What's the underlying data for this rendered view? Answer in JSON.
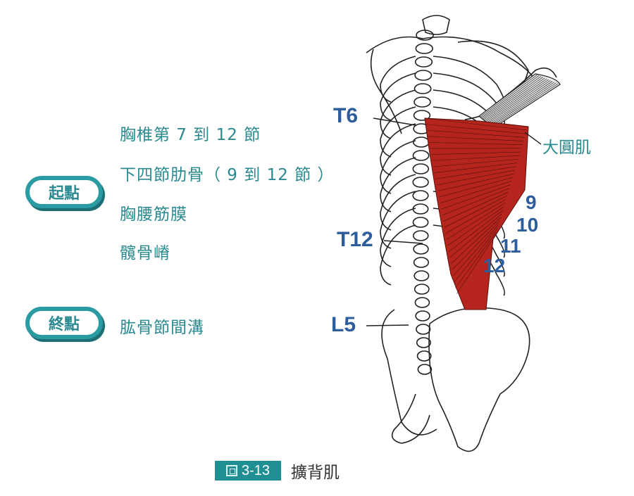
{
  "origin": {
    "badge": "起點",
    "items": [
      "胸椎第 7 到 12 節",
      "下四節肋骨（ 9 到 12 節 ）",
      "胸腰筋膜",
      "髖骨嵴"
    ]
  },
  "insertion": {
    "badge": "終點",
    "items": [
      "肱骨節間溝"
    ]
  },
  "diagram": {
    "vertebra_labels": {
      "t6": "T6",
      "t12": "T12",
      "l5": "L5"
    },
    "rib_labels": [
      "9",
      "10",
      "11",
      "12"
    ],
    "teres_major_label": "大圓肌",
    "muscle_color": "#b5251d",
    "label_color": "#2d5d9c"
  },
  "caption": {
    "figure_number": "3-13",
    "title": "擴背肌"
  }
}
